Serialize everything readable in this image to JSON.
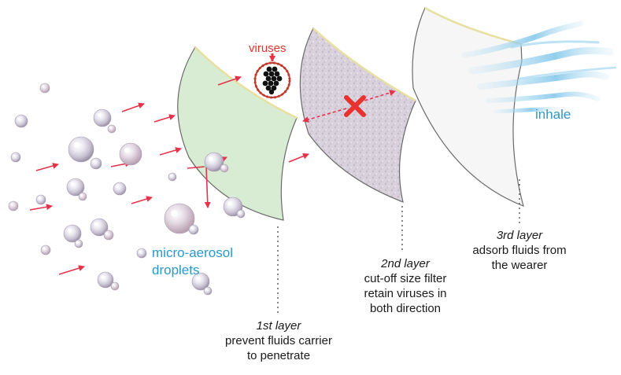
{
  "labels": {
    "viruses": "viruses",
    "inhale": "inhale",
    "aerosol_line1": "micro-aerosol",
    "aerosol_line2": "droplets"
  },
  "layers": [
    {
      "title": "1st layer",
      "line1": "prevent fluids carrier",
      "line2": "to penetrate",
      "line3": ""
    },
    {
      "title": "2nd layer",
      "line1": "cut-off size filter",
      "line2": "retain viruses in",
      "line3": "both direction"
    },
    {
      "title": "3rd layer",
      "line1": "adsorb fluids from",
      "line2": "the wearer",
      "line3": ""
    }
  ],
  "colors": {
    "layer1": "#d8ecd3",
    "layer2": "#d7d0db",
    "layer3": "#f4f4f4",
    "arrow": "#e8324a",
    "label_blue": "#2a98cc",
    "label_red": "#e8322e"
  }
}
